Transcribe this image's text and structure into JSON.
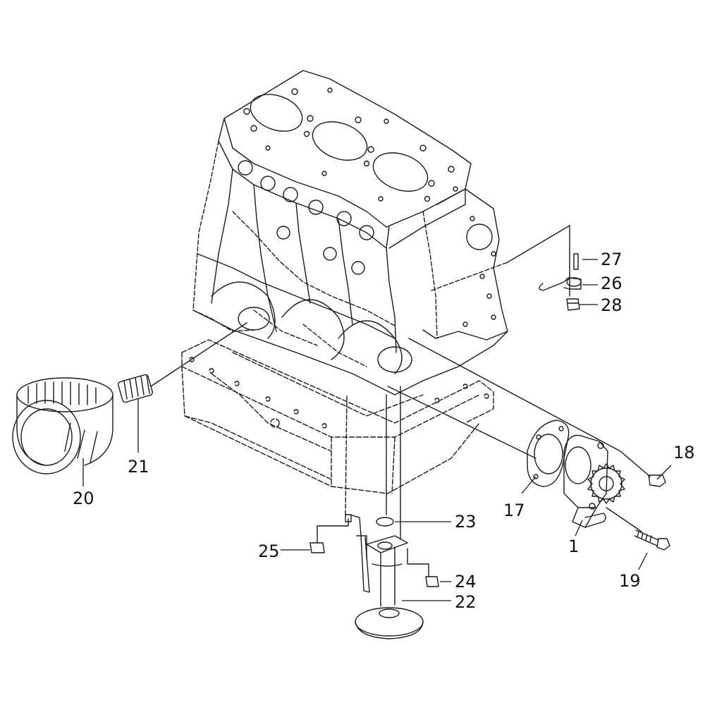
{
  "diagram": {
    "callouts": [
      {
        "id": "1",
        "label": "1"
      },
      {
        "id": "17",
        "label": "17"
      },
      {
        "id": "18",
        "label": "18"
      },
      {
        "id": "19",
        "label": "19"
      },
      {
        "id": "20",
        "label": "20"
      },
      {
        "id": "21",
        "label": "21"
      },
      {
        "id": "22",
        "label": "22"
      },
      {
        "id": "23",
        "label": "23"
      },
      {
        "id": "24",
        "label": "24"
      },
      {
        "id": "25",
        "label": "25"
      },
      {
        "id": "26",
        "label": "26"
      },
      {
        "id": "27",
        "label": "27"
      },
      {
        "id": "28",
        "label": "28"
      }
    ]
  }
}
